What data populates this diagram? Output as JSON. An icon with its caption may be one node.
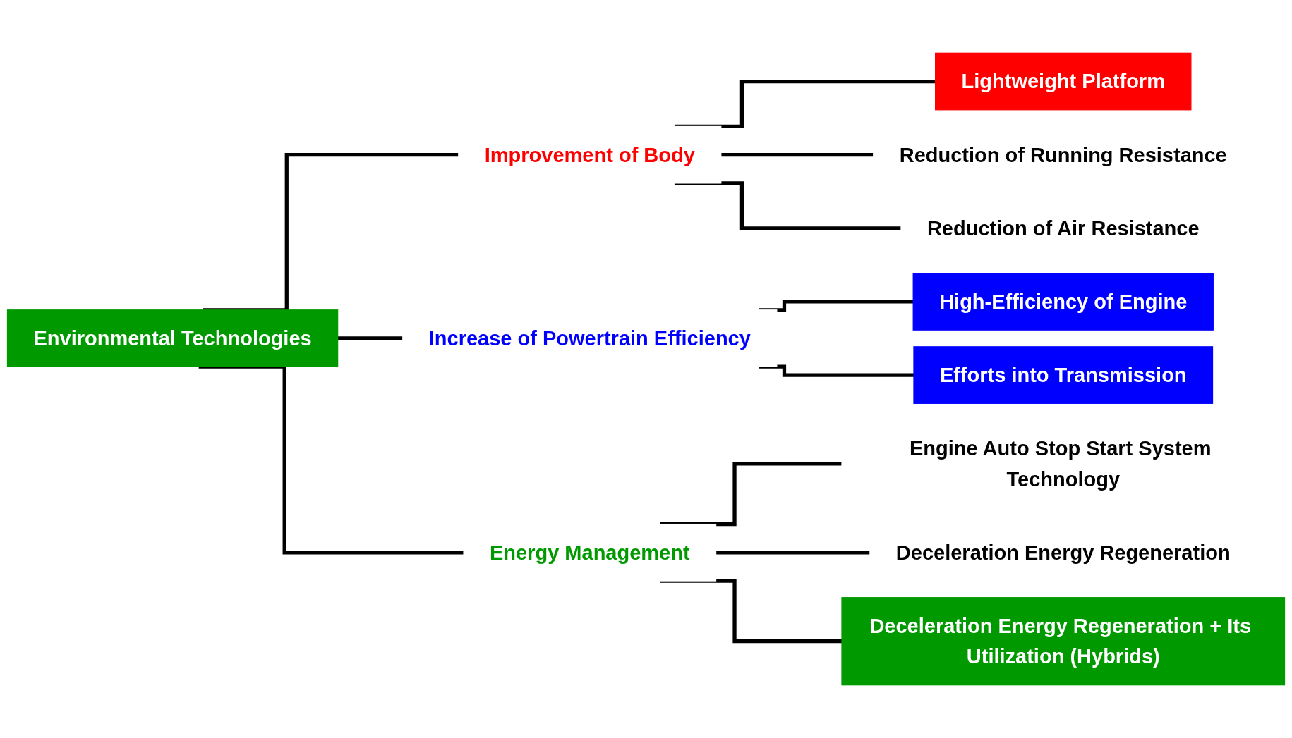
{
  "diagram": {
    "nodes": [
      {
        "text": [
          "Environmental Technologies"
        ]
      },
      {
        "text": [
          "Improvement of Body"
        ]
      },
      {
        "text": [
          "Lightweight Platform"
        ]
      },
      {
        "text": [
          "Reduction of Running Resistance"
        ]
      },
      {
        "text": [
          "Reduction of Air Resistance"
        ]
      },
      {
        "text": [
          "Increase of Powertrain Efficiency"
        ]
      },
      {
        "text": [
          "High-Efficiency of Engine"
        ]
      },
      {
        "text": [
          "Efforts into Transmission"
        ]
      },
      {
        "text": [
          "Energy Management"
        ]
      },
      {
        "text": [
          "Engine Auto Stop Start System Technology"
        ]
      },
      {
        "text": [
          "Deceleration Energy Regeneration"
        ]
      },
      {
        "text": [
          "Deceleration Energy Regeneration + Its Utilization (Hybrids)"
        ]
      }
    ],
    "edges": [
      {
        "from": 0,
        "to": 1,
        "arrow": "none"
      },
      {
        "from": 0,
        "to": 5,
        "arrow": "none"
      },
      {
        "from": 0,
        "to": 8,
        "arrow": "none"
      },
      {
        "from": 1,
        "to": 2,
        "arrow": "none"
      },
      {
        "from": 1,
        "to": 3,
        "arrow": "none"
      },
      {
        "from": 1,
        "to": 4,
        "arrow": "none"
      },
      {
        "from": 5,
        "to": 6,
        "arrow": "none"
      },
      {
        "from": 5,
        "to": 7,
        "arrow": "none"
      },
      {
        "from": 8,
        "to": 9,
        "arrow": "none"
      },
      {
        "from": 8,
        "to": 10,
        "arrow": "none"
      },
      {
        "from": 8,
        "to": 11,
        "arrow": "none"
      }
    ]
  }
}
